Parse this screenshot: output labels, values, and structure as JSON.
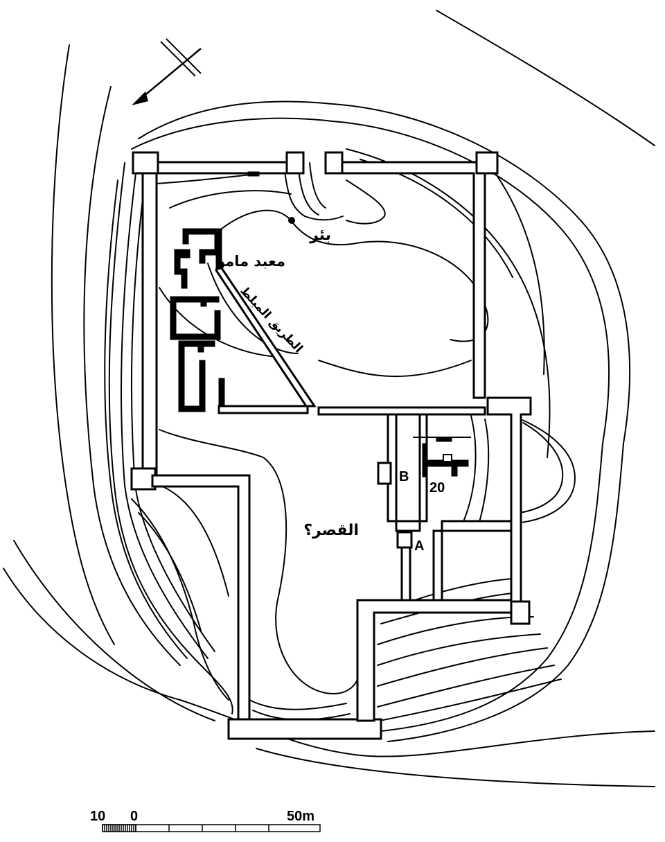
{
  "labels": {
    "well": "بئر",
    "temple": "معبد مامو",
    "paved_road": "الطريق المبلط",
    "palace": "القصر؟",
    "gate_a": "A",
    "gate_b": "B",
    "building_20": "20"
  },
  "scale_bar": {
    "left_tick": "10",
    "zero_tick": "0",
    "end_tick": "50m"
  },
  "icons": {
    "north_arrow": "north-arrow-icon"
  }
}
